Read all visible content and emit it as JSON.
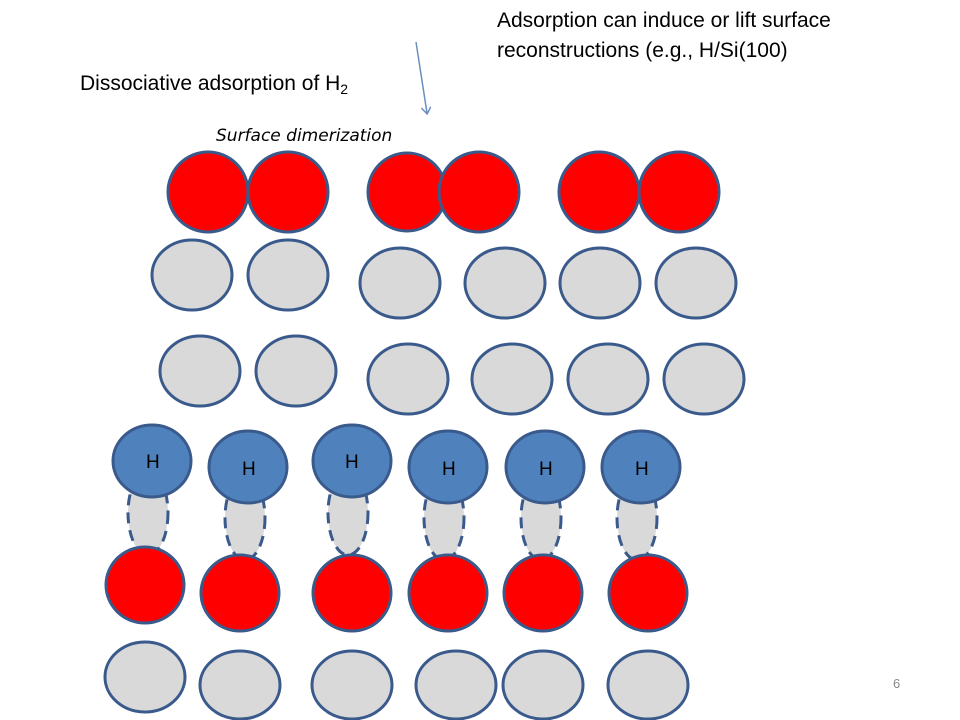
{
  "slide": {
    "title": "Adsorption can induce or lift surface reconstructions (e.g., H/Si(100)",
    "subtitle_text": "Dissociative adsorption of H",
    "subtitle_subscript": "2",
    "dimerization_label": "Surface dimerization",
    "page_number": "6"
  },
  "atoms": {
    "hydrogen_label": "H",
    "colors": {
      "surface_atom": "#ff0000",
      "bulk_atom": "#d9d9d9",
      "hydrogen_atom": "#4f81bd",
      "outline": "#3a5a8c",
      "arrow": "#6a8fc0"
    }
  }
}
